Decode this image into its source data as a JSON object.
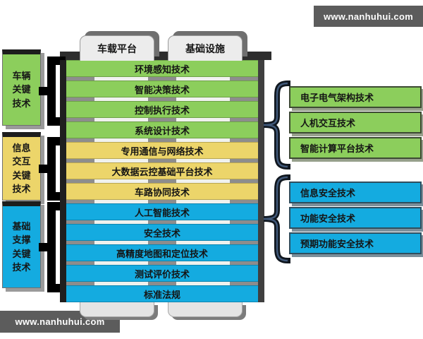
{
  "watermarks": {
    "top": "www.nanhuhui.com",
    "bottom": "www.nanhuhui.com"
  },
  "header_tabs": [
    {
      "label": "车载平台"
    },
    {
      "label": "基础设施"
    }
  ],
  "left_labels": [
    {
      "text": "车辆\n关键\n技术"
    },
    {
      "text": "信息\n交互\n关键\n技术"
    },
    {
      "text": "基础\n支撑\n关键\n技术"
    }
  ],
  "stack": {
    "groups": [
      {
        "color": "#8CCE5C",
        "bars": [
          "环境感知技术",
          "智能决策技术",
          "控制执行技术",
          "系统设计技术"
        ]
      },
      {
        "color": "#ECD56A",
        "bars": [
          "专用通信与网络技术",
          "大数据云控基础平台技术",
          "车路协同技术"
        ]
      },
      {
        "color": "#14ABE0",
        "bars": [
          "人工智能技术",
          "安全技术",
          "高精度地图和定位技术",
          "测试评价技术",
          "标准法规"
        ]
      }
    ]
  },
  "right_groups": [
    {
      "color": "#8CCE5C",
      "boxes": [
        "电子电气架构技术",
        "人机交互技术",
        "智能计算平台技术"
      ]
    },
    {
      "color": "#14ABE0",
      "boxes": [
        "信息安全技术",
        "功能安全技术",
        "预期功能安全技术"
      ]
    }
  ],
  "colors": {
    "green": "#8CCE5C",
    "yellow": "#ECD56A",
    "blue": "#14ABE0",
    "frame_dark": "#2B2B2B",
    "tab_bg": "#ECECEC",
    "watermark_bg": "#5C5C5C"
  }
}
